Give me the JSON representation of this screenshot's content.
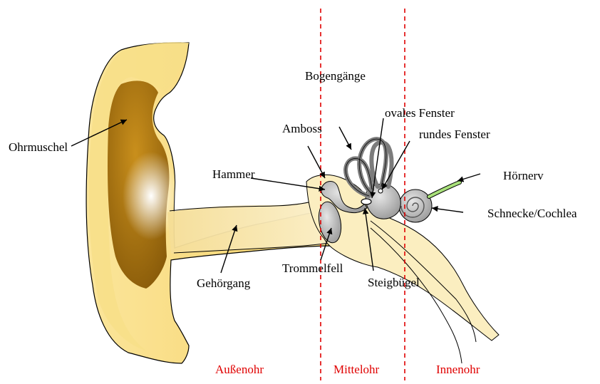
{
  "labels": {
    "ohrmuschel": "Ohrmuschel",
    "gehoergang": "Gehörgang",
    "hammer": "Hammer",
    "amboss": "Amboss",
    "bogengaenge": "Bogengänge",
    "ovales_fenster": "ovales Fenster",
    "rundes_fenster": "rundes Fenster",
    "hoernerv": "Hörnerv",
    "schnecke": "Schnecke/Cochlea",
    "trommelfell": "Trommelfell",
    "steigbuegel": "Steigbügel"
  },
  "zones": {
    "aussenohr": "Außenohr",
    "mittelohr": "Mittelohr",
    "innenohr": "Innenohr"
  },
  "colors": {
    "ear_fill": "#fbe9a0",
    "ear_shadow": "#a8740f",
    "ear_outline": "#000000",
    "bone": "#c8c8c8",
    "nerve": "#a8e07a",
    "divider": "#e00000"
  }
}
